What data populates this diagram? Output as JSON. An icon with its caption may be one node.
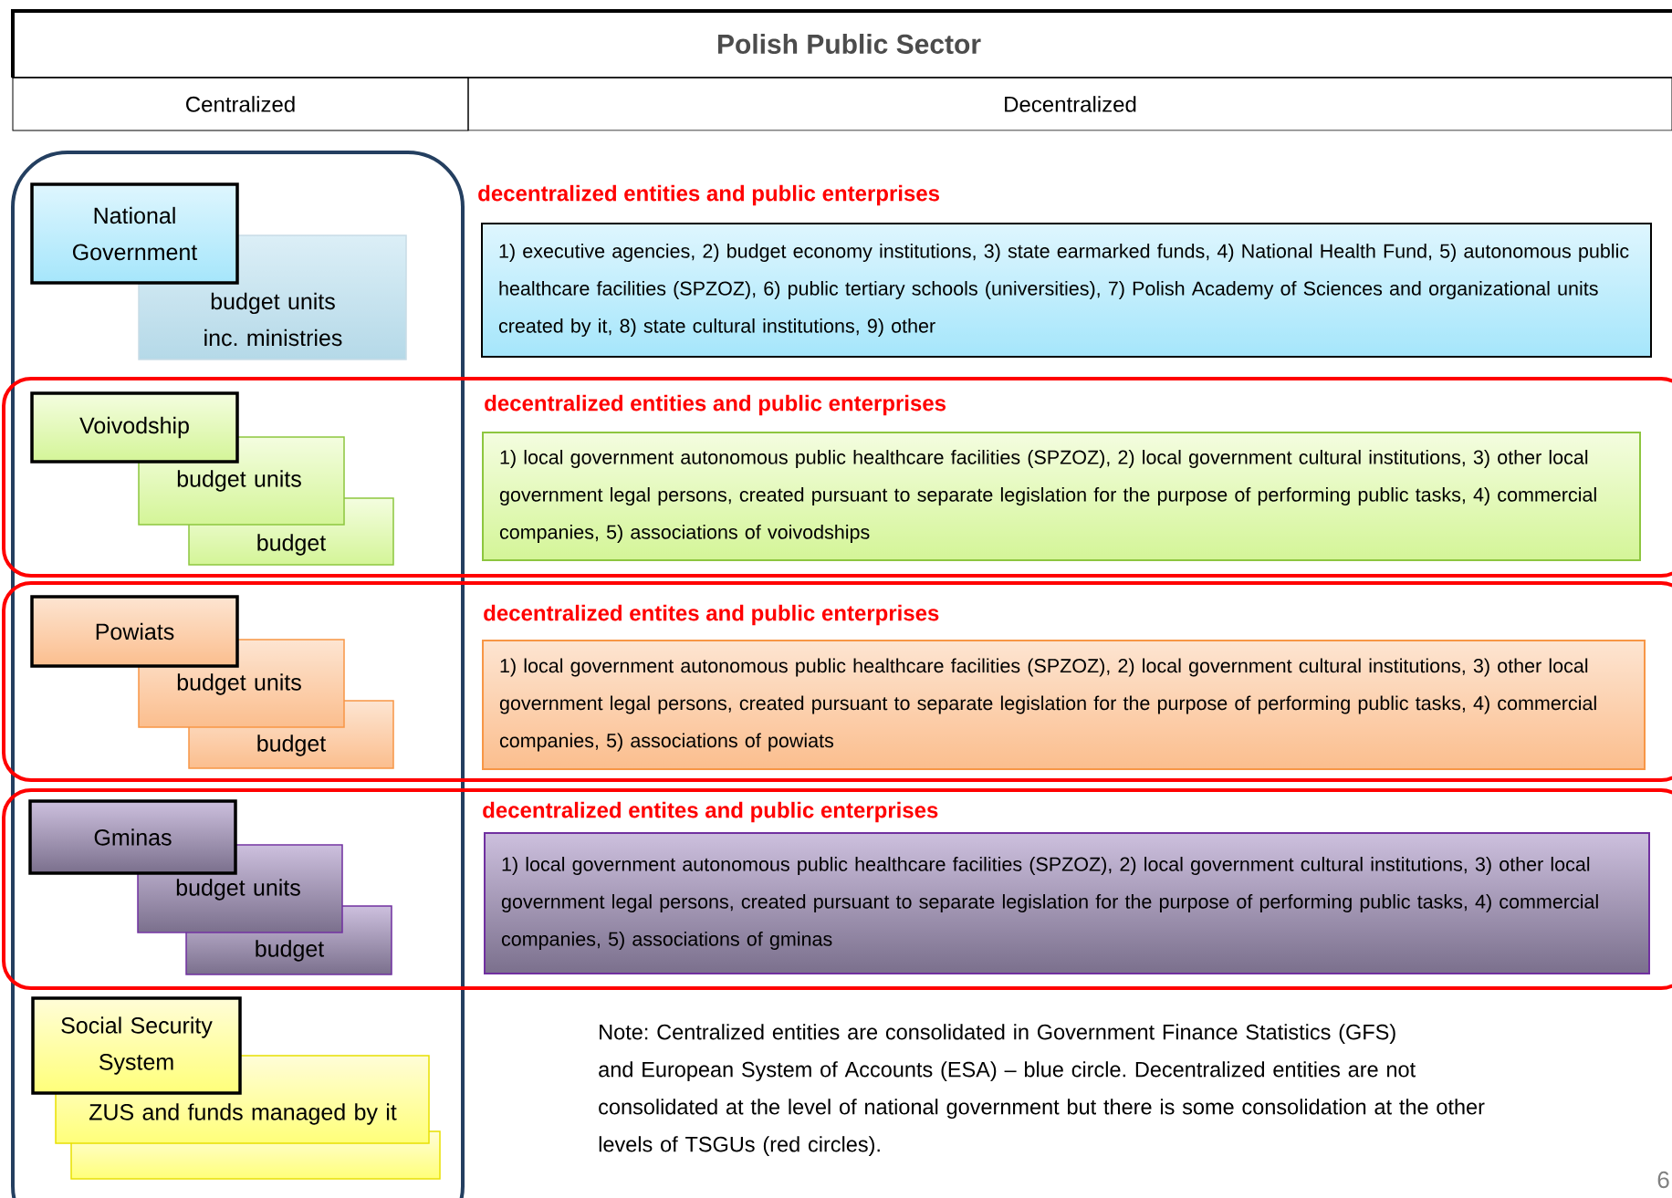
{
  "diagram": {
    "title": "Polish Public Sector",
    "nodes": [
      {
        "text": [
          "Centralized"
        ]
      },
      {
        "text": [
          "Decentralized"
        ]
      },
      {
        "text": [
          "National Government"
        ]
      },
      {
        "text": [
          "budget units inc. ministries"
        ]
      },
      {
        "text": [
          "decentralized entities and public enterprises",
          "1) executive agencies, 2) budget economy institutions, 3) state earmarked funds, 4) National Health Fund, 5) autonomous public healthcare facilities (SPZOZ), 6) public tertiary schools (universities), 7) Polish Academy of Sciences and organizational units created by it, 8) state cultural institutions, 9) other"
        ]
      },
      {
        "text": [
          "Voivodship"
        ]
      },
      {
        "text": [
          "budget units"
        ]
      },
      {
        "text": [
          "budget"
        ]
      },
      {
        "text": [
          "decentralized entities and public enterprises",
          "1) local government autonomous public healthcare facilities (SPZOZ), 2) local government cultural institutions, 3) other local government  legal persons, created pursuant to separate  legislation for the purpose of performing public tasks, 4) commercial companies, 5) associations of voivodships"
        ]
      },
      {
        "text": [
          "Powiats"
        ]
      },
      {
        "text": [
          "budget units"
        ]
      },
      {
        "text": [
          "budget"
        ]
      },
      {
        "text": [
          "decentralized entites and public enterprises",
          "1) local government autonomous public healthcare facilities (SPZOZ), 2) local government cultural institutions, 3) other local government  legal persons, created pursuant to separate legislation for the purpose of performing public tasks, 4) commercial companies, 5) associations of powiats"
        ]
      },
      {
        "text": [
          "Gminas"
        ]
      },
      {
        "text": [
          "budget units"
        ]
      },
      {
        "text": [
          "budget"
        ]
      },
      {
        "text": [
          "decentralized entites and public enterprises",
          "1) local government autonomous public healthcare facilities (SPZOZ), 2) local government cultural institutions, 3) other local government legal persons, created pursuant to separate legislation for the purpose of performing public tasks, 4) commercial companies, 5) associations of gminas"
        ]
      },
      {
        "text": [
          "Social Security System"
        ]
      },
      {
        "text": [
          "ZUS and funds managed by it"
        ]
      },
      {
        "text": [],
        "shape": "box"
      }
    ],
    "labels": [
      "Note: Centralized entities are consolidated in Government Finance Statistics (GFS) and European System of Accounts (ESA) – blue circle. Decentralized entities are not consolidated at the level of national government but there is some consolidation at the other levels of TSGUs (red circles).",
      "6"
    ]
  }
}
